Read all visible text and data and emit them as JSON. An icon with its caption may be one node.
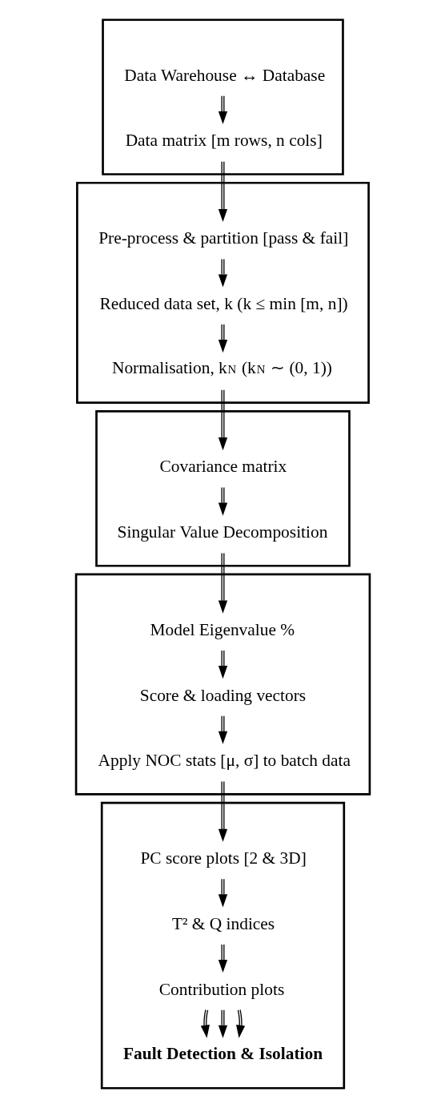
{
  "diagram": {
    "nodes": [
      {
        "text": [],
        "shape": "box"
      },
      {
        "text": [
          "Data Warehouse ↔ Database"
        ],
        "in": 0
      },
      {
        "text": [
          "Data matrix [m rows, n cols]"
        ],
        "in": 0
      },
      {
        "text": [],
        "shape": "box"
      },
      {
        "text": [
          "Pre-process & partition [pass & fail]"
        ],
        "in": 3
      },
      {
        "text": [
          "Reduced data set, k (k ≤ min [m, n])"
        ],
        "in": 3
      },
      {
        "text": [
          "Normalisation, k$_{N}$ (k$_{N}$ ∼ (0, 1))"
        ],
        "in": 3
      },
      {
        "text": [],
        "shape": "box"
      },
      {
        "text": [
          "Covariance matrix"
        ],
        "in": 7
      },
      {
        "text": [
          "Singular Value Decomposition"
        ],
        "in": 7
      },
      {
        "text": [],
        "shape": "box"
      },
      {
        "text": [
          "Model Eigenvalue %"
        ],
        "in": 10
      },
      {
        "text": [
          "Score & loading vectors"
        ],
        "in": 10
      },
      {
        "text": [
          "Apply NOC stats [μ, σ] to batch data"
        ],
        "in": 10
      },
      {
        "text": [],
        "shape": "box"
      },
      {
        "text": [
          "PC score plots [2 & 3D]"
        ],
        "in": 14
      },
      {
        "text": [
          "T² & Q indices"
        ],
        "in": 14
      },
      {
        "text": [
          "Contribution plots"
        ],
        "in": 14
      },
      {
        "text": [
          "Fault Detection & Isolation"
        ],
        "in": 14
      }
    ],
    "edges": [
      {
        "from": 1,
        "to": 2,
        "arrow": "to"
      },
      {
        "from": 2,
        "to": 4,
        "arrow": "to"
      },
      {
        "from": 4,
        "to": 5,
        "arrow": "to"
      },
      {
        "from": 5,
        "to": 6,
        "arrow": "to"
      },
      {
        "from": 6,
        "to": 8,
        "arrow": "to"
      },
      {
        "from": 8,
        "to": 9,
        "arrow": "to"
      },
      {
        "from": 9,
        "to": 11,
        "arrow": "to"
      },
      {
        "from": 11,
        "to": 12,
        "arrow": "to"
      },
      {
        "from": 12,
        "to": 13,
        "arrow": "to"
      },
      {
        "from": 13,
        "to": 15,
        "arrow": "to"
      },
      {
        "from": 15,
        "to": 16,
        "arrow": "to"
      },
      {
        "from": 16,
        "to": 17,
        "arrow": "to"
      },
      {
        "from": 17,
        "to": 18,
        "arrow": "to"
      },
      {
        "from": 17,
        "to": 18,
        "arrow": "to"
      },
      {
        "from": 17,
        "to": 18,
        "arrow": "to"
      }
    ]
  }
}
